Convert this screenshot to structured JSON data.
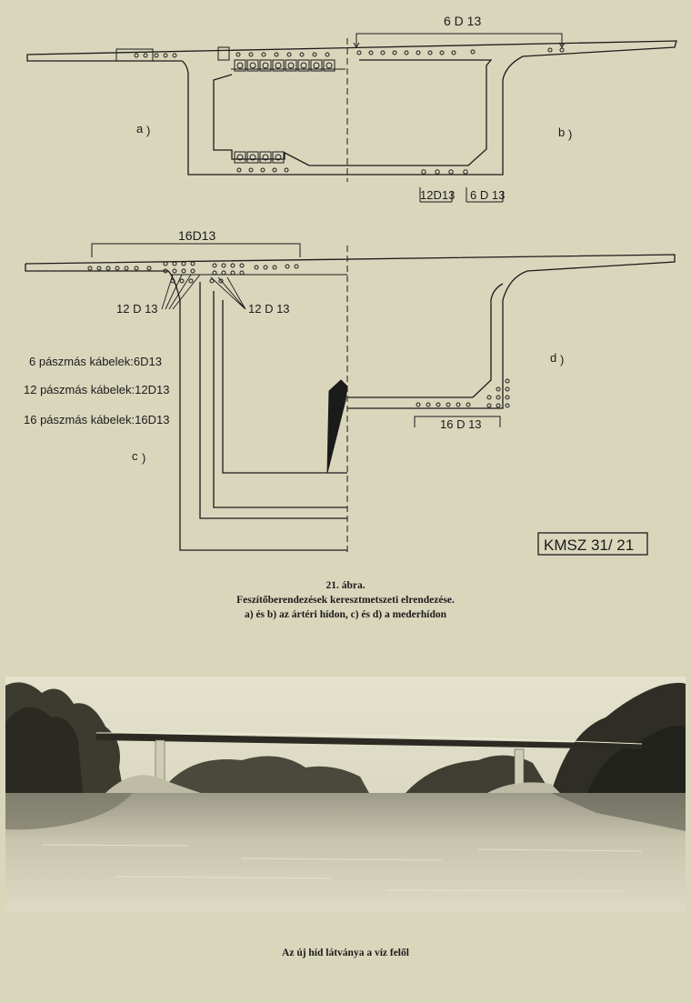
{
  "figure": {
    "panel_labels": {
      "a": "a",
      "b": "b",
      "c": "c",
      "d": "d"
    },
    "cable_labels": {
      "top_right": "6 D 13",
      "bottom_left_box": "12D13",
      "bottom_right": "6 D 13",
      "top_c": "16D13",
      "left_c": "12 D 13",
      "mid_c": "12 D 13",
      "bottom_d": "16 D 13"
    },
    "legend": [
      "6 pászmás kábelek:6D13",
      "12 pászmás kábelek:12D13",
      "16 pászmás kábelek:16D13"
    ],
    "stamp": "KMSZ 31/ 21"
  },
  "caption": {
    "number": "21. ábra.",
    "title": "Feszítőberendezések keresztmetszeti elrendezése.",
    "subtitle": "a) és b) az ártéri hídon, c) és d) a mederhídon"
  },
  "photo_caption": "Az új híd látványa a víz felől"
}
